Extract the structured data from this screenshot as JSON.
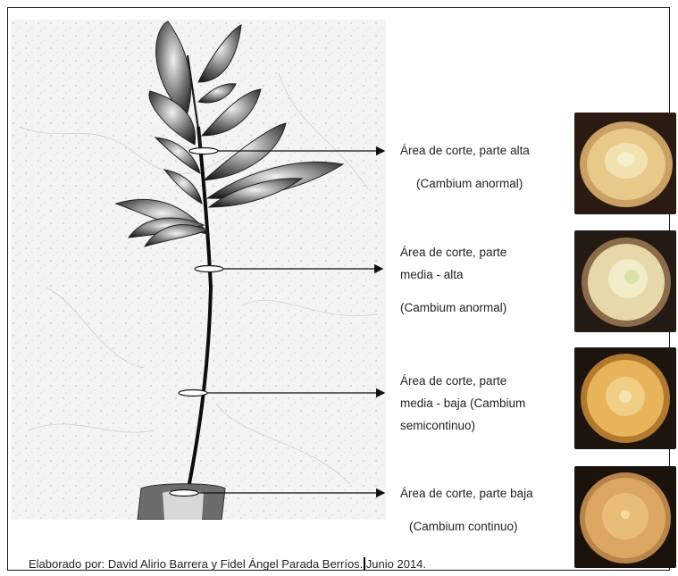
{
  "labels": [
    {
      "lines": [
        "Área de corte, parte alta",
        "(Cambium anormal)"
      ]
    },
    {
      "lines": [
        "Área de corte, parte",
        "media  -  alta",
        "(Cambium anormal)"
      ]
    },
    {
      "lines": [
        "Área de corte, parte",
        "media  -  baja (Cambium",
        "semicontinuo)"
      ]
    },
    {
      "lines": [
        "Área de corte, parte baja",
        "(Cambium continuo)"
      ]
    }
  ],
  "credit": {
    "prefix": "Elaborado por: David Alirio Barrera y Fidel  Ángel Parada Berríos.",
    "suffix": "Junio 2014."
  },
  "colors": {
    "thumb_bg": "#2a1a12",
    "slice_top": "#e9c98a",
    "slice_mid_high": "#e6d8a8",
    "slice_mid_low": "#e8b45a",
    "slice_low": "#dca761"
  }
}
